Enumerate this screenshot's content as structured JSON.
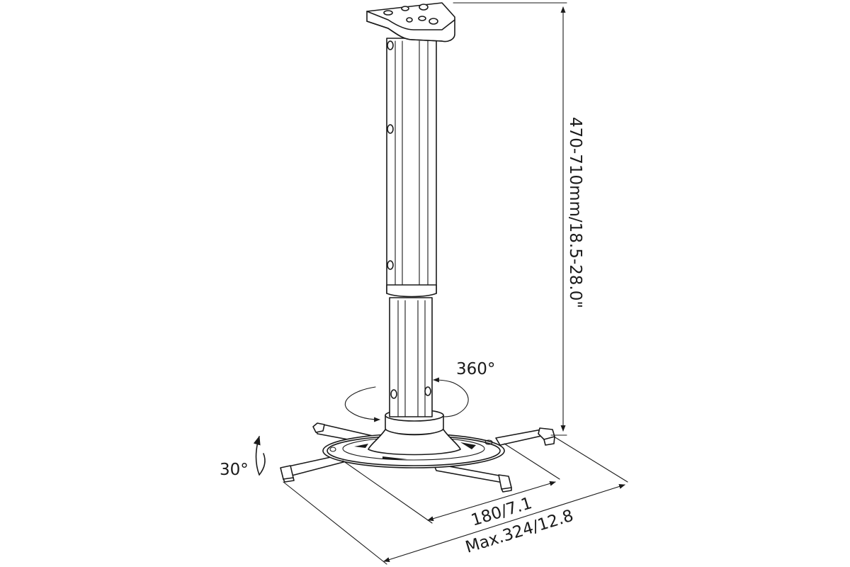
{
  "dimensions": {
    "height_label": "470-710mm/18.5-28.0\"",
    "inner_width_label": "180/7.1",
    "max_width_label": "Max.324/12.8",
    "rotation_label": "360°",
    "tilt_label": "30°"
  },
  "colors": {
    "line": "#1a1a1a",
    "background": "#ffffff"
  }
}
